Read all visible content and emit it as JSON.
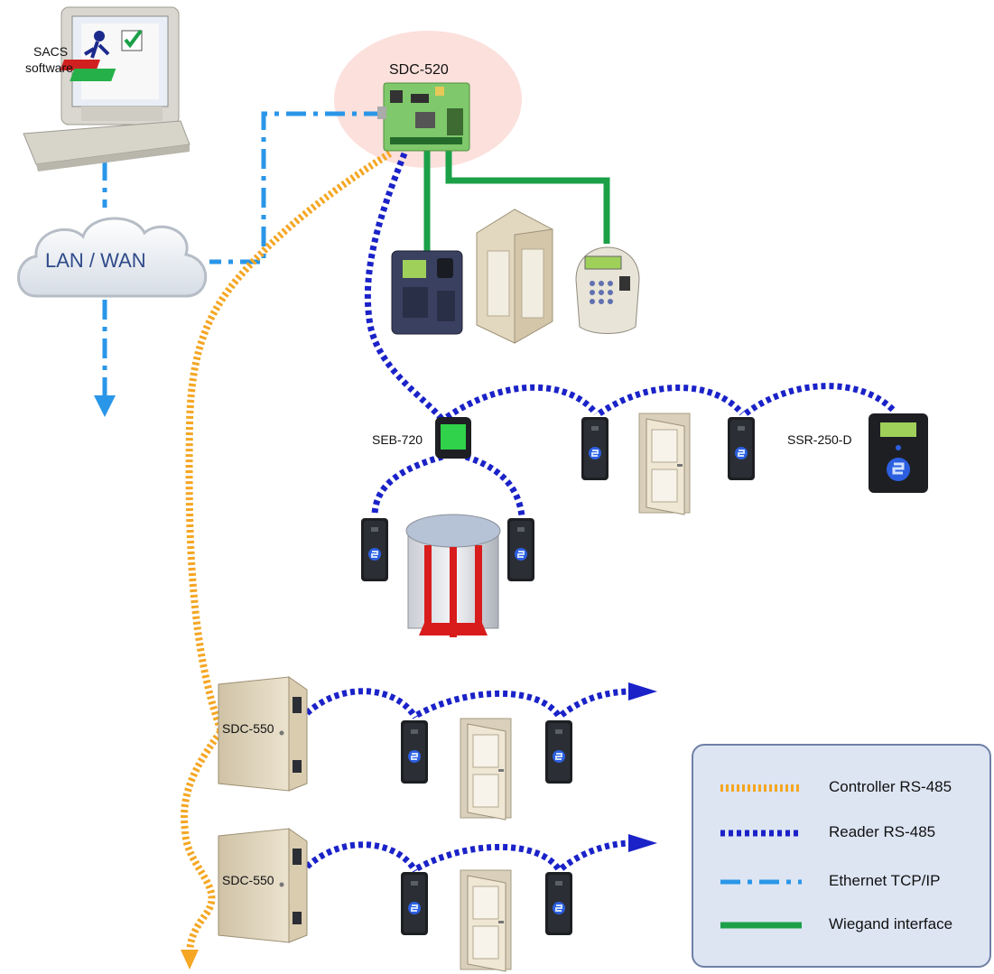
{
  "labels": {
    "software": [
      "SACS",
      "software"
    ],
    "network": "LAN / WAN",
    "main_controller": "SDC-520",
    "expansion_board": "SEB-720",
    "standalone_reader": "SSR-250-D",
    "door_controller_1": "SDC-550",
    "door_controller_2": "SDC-550"
  },
  "legend": {
    "items": [
      {
        "label": "Controller RS-485",
        "color": "#f5a623",
        "style": "dotted-orange"
      },
      {
        "label": "Reader RS-485",
        "color": "#1a22c8",
        "style": "dotted-blue"
      },
      {
        "label": "Ethernet TCP/IP",
        "color": "#2a96e8",
        "style": "dash-dot"
      },
      {
        "label": "Wiegand interface",
        "color": "#1ba048",
        "style": "solid"
      }
    ]
  },
  "colors": {
    "controller_rs485": "#f5a623",
    "reader_rs485": "#1a22c8",
    "ethernet": "#2a96e8",
    "wiegand": "#1ba048",
    "highlight": "#fbe0dc"
  }
}
